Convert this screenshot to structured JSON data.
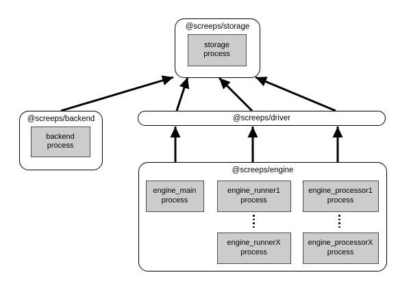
{
  "nodes": {
    "storage": {
      "title": "@screeps/storage",
      "process": "storage\nprocess"
    },
    "backend": {
      "title": "@screeps/backend",
      "process": "backend\nprocess"
    },
    "driver": {
      "title": "@screeps/driver"
    },
    "engine": {
      "title": "@screeps/engine",
      "main_process": "engine_main\nprocess",
      "runner1_process": "engine_runner1\nprocess",
      "runnerX_process": "engine_runnerX\nprocess",
      "processor1_process": "engine_processor1\nprocess",
      "processorX_process": "engine_processorX\nprocess"
    }
  },
  "edges": [
    {
      "from": "backend",
      "to": "storage"
    },
    {
      "from": "driver",
      "to": "storage"
    },
    {
      "from": "driver",
      "to": "storage"
    },
    {
      "from": "driver",
      "to": "storage"
    },
    {
      "from": "engine",
      "to": "driver"
    },
    {
      "from": "engine",
      "to": "driver"
    },
    {
      "from": "engine",
      "to": "driver"
    }
  ],
  "colors": {
    "background": "#ffffff",
    "process_fill": "#cccccc",
    "process_border": "#4a4a4a",
    "node_border": "#000000",
    "arrow": "#000000",
    "text": "#000000"
  }
}
